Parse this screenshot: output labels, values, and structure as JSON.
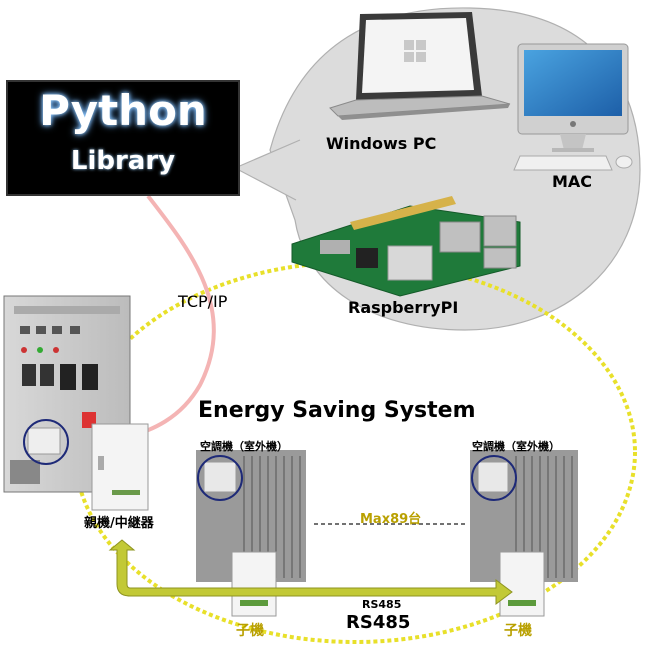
{
  "library_box": {
    "line1": "Python",
    "line2": "Library"
  },
  "devices": {
    "windows_pc": "Windows PC",
    "mac": "MAC",
    "raspberry_pi": "RaspberryPI"
  },
  "links": {
    "tcpip": "TCP/IP",
    "rs485_small": "RS485",
    "rs485_large": "RS485",
    "max_units": "Max89台"
  },
  "system": {
    "title": "Energy Saving System",
    "gateway_label": "親機/中継器",
    "ac_unit_label_1": "空調機（室外機）",
    "ac_unit_label_2": "空調機（室外機）",
    "child_label_1": "子機",
    "child_label_2": "子機"
  },
  "colors": {
    "library_bg": "#000000",
    "cloud_fill": "#dcdcdc",
    "ellipse_dash": "#e8e02a",
    "arrow": "#c2c936",
    "tcpip_line": "#f4b4b4"
  }
}
